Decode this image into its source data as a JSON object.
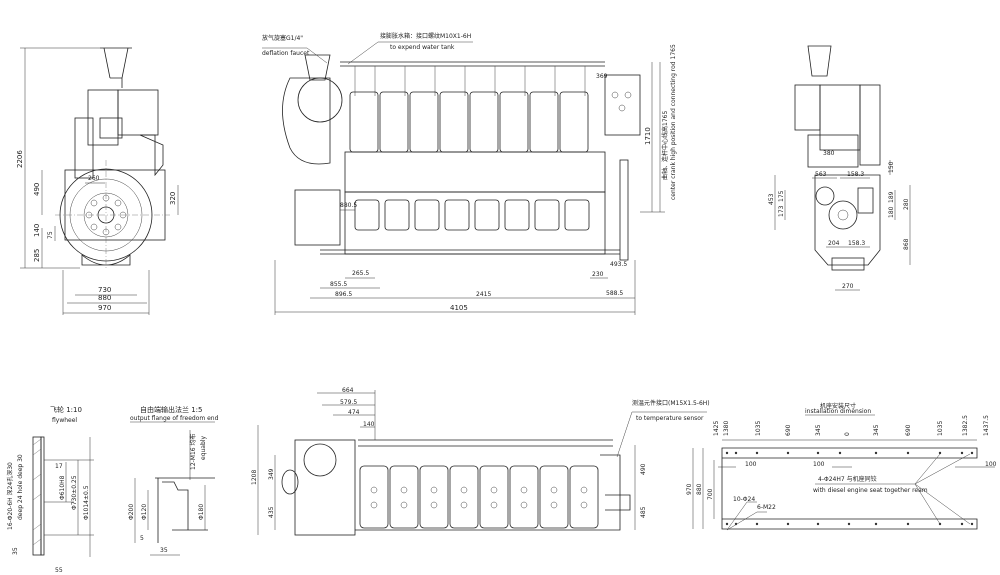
{
  "front_view": {
    "dims": {
      "height_total": "2206",
      "d490": "490",
      "d320": "320",
      "d260": "260",
      "d140": "140",
      "d75": "75",
      "d285": "285",
      "w730": "730",
      "w880": "880",
      "w970": "970"
    }
  },
  "side_view": {
    "deflation_cn": "放气旋塞G1/4\"",
    "deflation_en": "deflation faucet",
    "expand_cn": "接膨胀水箱：接口螺纹M10X1-6H",
    "expand_en": "to expend water tank",
    "crank_cn": "曲轴、连杆中心线高1765",
    "crank_en": "center crank high position and connecting rod 1765",
    "dims": {
      "d369": "369",
      "d1710": "1710",
      "d880_5": "880.5",
      "d265_5": "265.5",
      "d855_5": "855.5",
      "d896_5": "896.5",
      "d2415": "2415",
      "d230": "230",
      "d588_5": "588.5",
      "d493_5": "493.5",
      "d4105": "4105"
    }
  },
  "rear_view": {
    "dims": {
      "d453": "453",
      "d175": "175",
      "d173": "173",
      "d150": "150",
      "d189": "189",
      "d180": "180",
      "d280": "280",
      "d868": "868",
      "d204": "204",
      "d158_3a": "158.3",
      "d158_3b": "158.3",
      "d563": "563",
      "d380": "380",
      "d270": "270"
    }
  },
  "flywheel_detail": {
    "title_cn": "飞轮  1:10",
    "title_en": "flywheel",
    "holes": "16-Φ20-6H 深24孔深30",
    "holes_en": "deep 24 hole deep 30",
    "d_inner": "Φ610H8",
    "d_mid": "Φ730±0.25",
    "d_outer": "Φ1014±0.5",
    "d17": "17",
    "d35": "35",
    "d55": "55"
  },
  "flange_detail": {
    "title_cn": "自由端输出法兰  1:5",
    "title_en": "output flange of freedom end",
    "holes": "12-M16 均布",
    "holes_en": "equably",
    "d200": "Φ200",
    "d120": "Φ120",
    "d180": "Φ180",
    "d5": "5",
    "d35": "35"
  },
  "top_view": {
    "sensor_cn": "测温元件接口(M15X1.5-6H)",
    "sensor_en": "to temperature sensor",
    "dims": {
      "d664": "664",
      "d579_5": "579.5",
      "d474": "474",
      "d140": "140",
      "d1208": "1208",
      "d349": "349",
      "d435": "435",
      "d490": "490",
      "d485": "485"
    }
  },
  "installation": {
    "title_cn": "机座安装尺寸",
    "title_en": "installation dimension",
    "top_dims": [
      "1425",
      "1380",
      "1035",
      "690",
      "345",
      "0",
      "345",
      "690",
      "1035",
      "1382.5",
      "1437.5"
    ],
    "d100a": "100",
    "d100b": "100",
    "d100c": "100",
    "d970": "970",
    "d880": "880",
    "d700": "700",
    "bolt_cn": "4-Φ24H7  与机座同铰",
    "bolt_en": "with diesel engine seat together ream",
    "holes10": "10-Φ24",
    "holes6": "6-M22"
  }
}
